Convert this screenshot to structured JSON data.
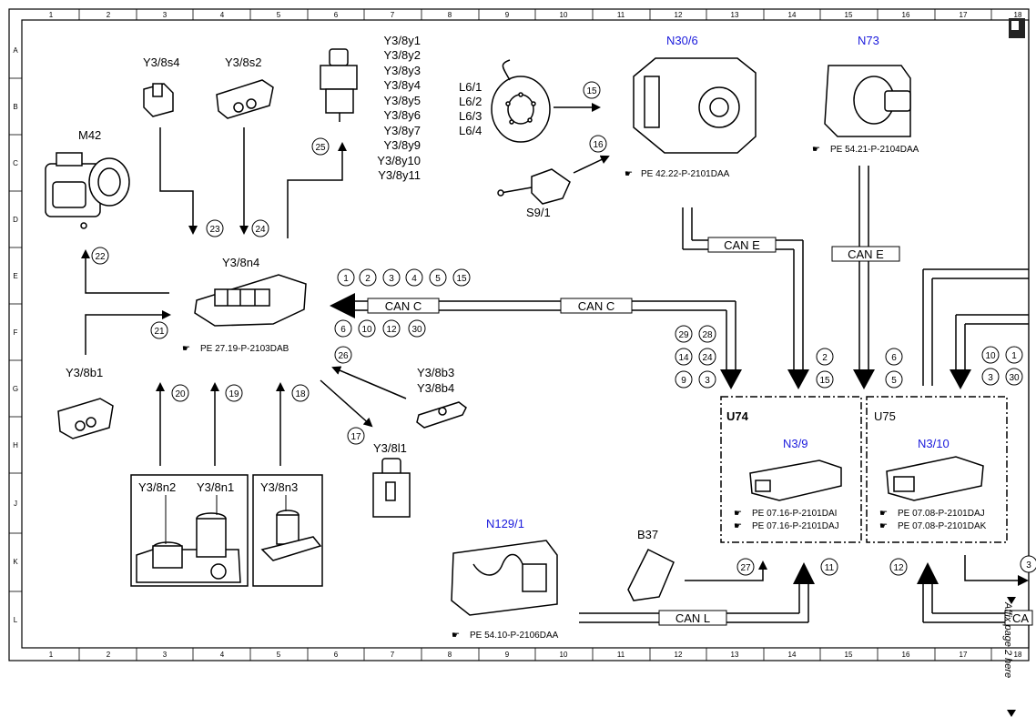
{
  "grid": {
    "columns": [
      "1",
      "2",
      "3",
      "4",
      "5",
      "6",
      "7",
      "8",
      "9",
      "10",
      "11",
      "12",
      "13",
      "14",
      "15",
      "16",
      "17",
      "18"
    ],
    "rows": [
      "A",
      "B",
      "C",
      "D",
      "E",
      "F",
      "G",
      "H",
      "J",
      "K",
      "L"
    ]
  },
  "components": {
    "m42": "M42",
    "y3_8s4": "Y3/8s4",
    "y3_8s2": "Y3/8s2",
    "y3_8n4": "Y3/8n4",
    "y3_8b1": "Y3/8b1",
    "y3_8b3": "Y3/8b3",
    "y3_8b4": "Y3/8b4",
    "y3_8l1": "Y3/8l1",
    "y3_8n2": "Y3/8n2",
    "y3_8n1": "Y3/8n1",
    "y3_8n3": "Y3/8n3",
    "l6_1": "L6/1",
    "l6_2": "L6/2",
    "l6_3": "L6/3",
    "l6_4": "L6/4",
    "s9_1": "S9/1",
    "b37": "B37",
    "u74": "U74",
    "u75": "U75",
    "solenoids": [
      "Y3/8y1",
      "Y3/8y2",
      "Y3/8y3",
      "Y3/8y4",
      "Y3/8y5",
      "Y3/8y6",
      "Y3/8y7",
      "Y3/8y9",
      "Y3/8y10",
      "Y3/8y11"
    ]
  },
  "blue_components": {
    "n30_6": "N30/6",
    "n73": "N73",
    "n3_9": "N3/9",
    "n3_10": "N3/10",
    "n129_1": "N129/1"
  },
  "references": {
    "y3_8n4": "PE 27.19-P-2103DAB",
    "n30_6": "PE 42.22-P-2101DAA",
    "n73": "PE 54.21-P-2104DAA",
    "n3_9_a": "PE 07.16-P-2101DAI",
    "n3_9_b": "PE 07.16-P-2101DAJ",
    "n3_10_a": "PE 07.08-P-2101DAJ",
    "n3_10_b": "PE 07.08-P-2101DAK",
    "n129_1": "PE 54.10-P-2106DAA"
  },
  "bus": {
    "can_c": "CAN C",
    "can_e": "CAN E",
    "can_l": "CAN L",
    "can_partial": "CA"
  },
  "signal_numbers": {
    "n15a": "15",
    "n16": "16",
    "n25": "25",
    "n22": "22",
    "n23": "23",
    "n24": "24",
    "n21": "21",
    "n26": "26",
    "n17": "17",
    "n20": "20",
    "n19": "19",
    "n18": "18",
    "n27": "27",
    "n11": "11",
    "n12": "12",
    "top_row": [
      "1",
      "2",
      "3",
      "4",
      "5",
      "15"
    ],
    "bottom_row": [
      "6",
      "10",
      "12",
      "30"
    ],
    "u74_left": [
      "29",
      "28",
      "14",
      "24",
      "9",
      "3"
    ],
    "u74_mid": [
      "2",
      "15"
    ],
    "u74_right": [
      "6",
      "5"
    ],
    "u75_right": [
      "10",
      "1",
      "3",
      "30"
    ],
    "edge_partial": "3"
  },
  "side_note": "Affix page 2 here",
  "colors": {
    "line": "#000000",
    "blue_label": "#1a1adc"
  }
}
